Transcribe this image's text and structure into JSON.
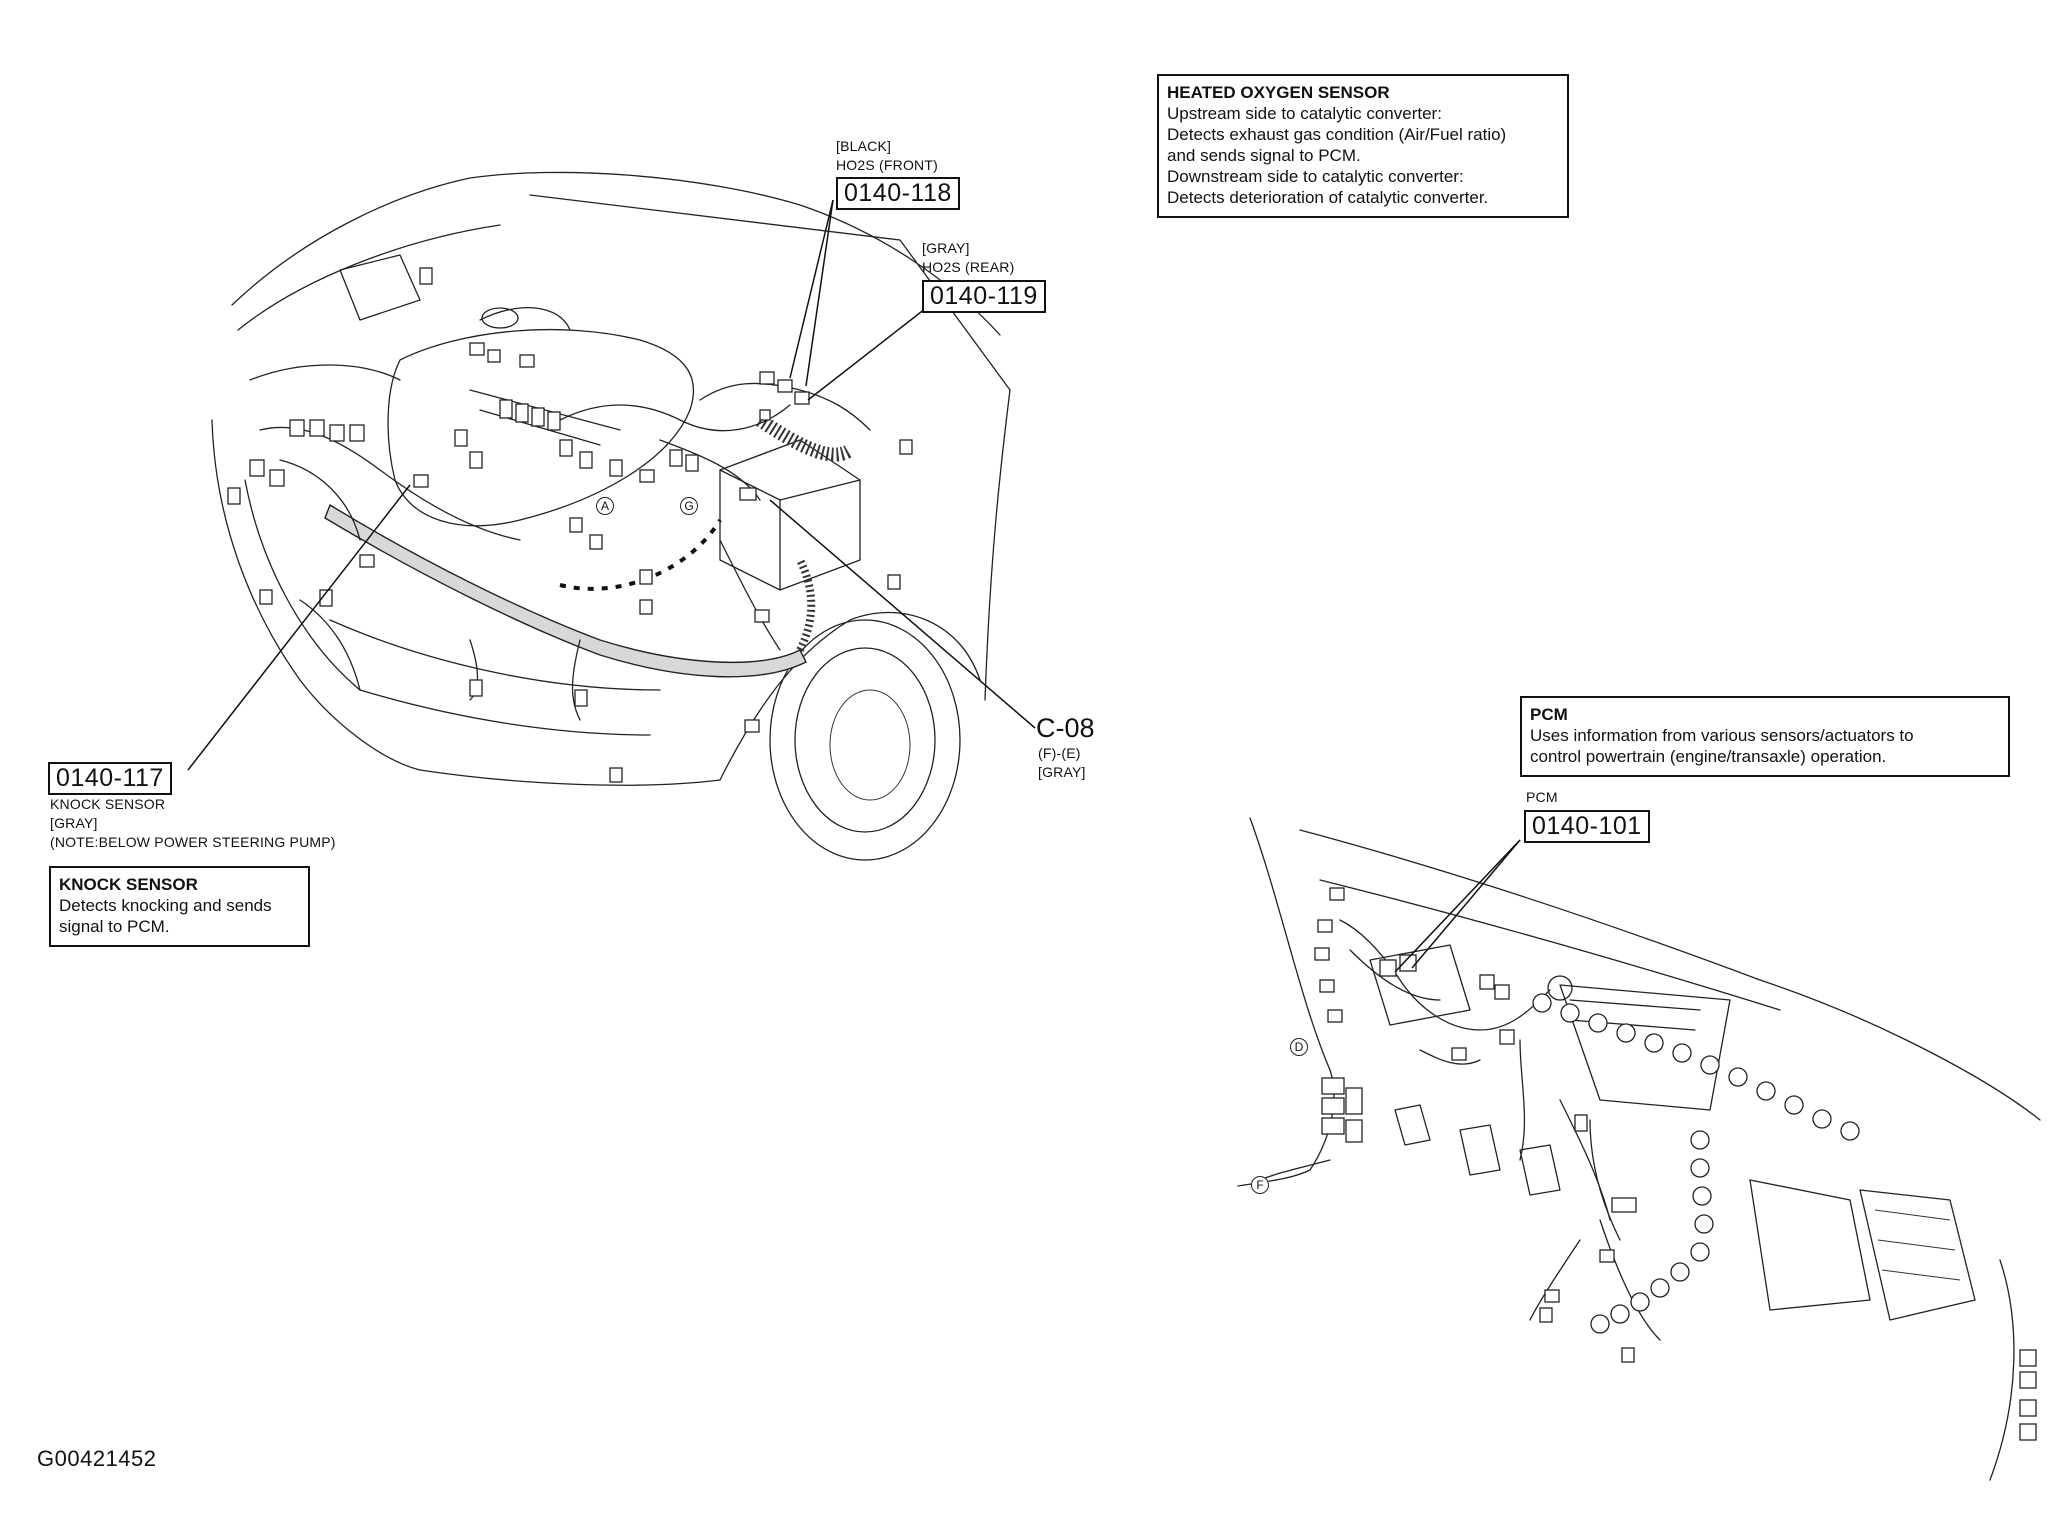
{
  "ho2s_front": {
    "color_tag": "[BLACK]",
    "name": "HO2S (FRONT)",
    "code": "0140-118"
  },
  "ho2s_rear": {
    "color_tag": "[GRAY]",
    "name": "HO2S (REAR)",
    "code": "0140-119"
  },
  "heated_oxygen_sensor_box": {
    "title": "HEATED OXYGEN SENSOR",
    "lines": [
      "Upstream side to catalytic converter:",
      "Detects exhaust gas condition (Air/Fuel ratio)",
      "and sends signal to PCM.",
      "Downstream side to catalytic converter:",
      "Detects deterioration of catalytic converter."
    ]
  },
  "connector_c08": {
    "code": "C-08",
    "pins": "(F)-(E)",
    "color_tag": "[GRAY]"
  },
  "knock_sensor": {
    "code": "0140-117",
    "name": "KNOCK SENSOR",
    "color_tag": "[GRAY]",
    "note": "(NOTE:BELOW POWER STEERING PUMP)"
  },
  "knock_sensor_box": {
    "title": "KNOCK SENSOR",
    "lines": [
      "Detects knocking and sends",
      "signal to PCM."
    ]
  },
  "pcm_box": {
    "title": "PCM",
    "lines": [
      "Uses information from various sensors/actuators to",
      "control powertrain (engine/transaxle) operation."
    ]
  },
  "pcm": {
    "name": "PCM",
    "code": "0140-101"
  },
  "reference_markers": {
    "a": "A",
    "g": "G",
    "d": "D",
    "f": "F"
  },
  "figure_id": "G00421452"
}
